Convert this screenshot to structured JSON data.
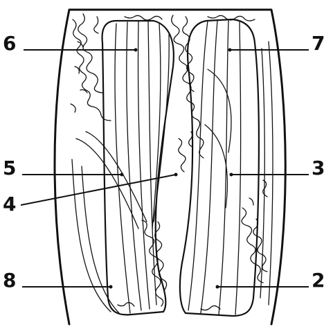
{
  "diagram": {
    "callouts": [
      {
        "id": "c6",
        "text": "6"
      },
      {
        "id": "c7",
        "text": "7"
      },
      {
        "id": "c5",
        "text": "5"
      },
      {
        "id": "c3",
        "text": "3"
      },
      {
        "id": "c4",
        "text": "4"
      },
      {
        "id": "c8",
        "text": "8"
      },
      {
        "id": "c2",
        "text": "2"
      }
    ]
  }
}
